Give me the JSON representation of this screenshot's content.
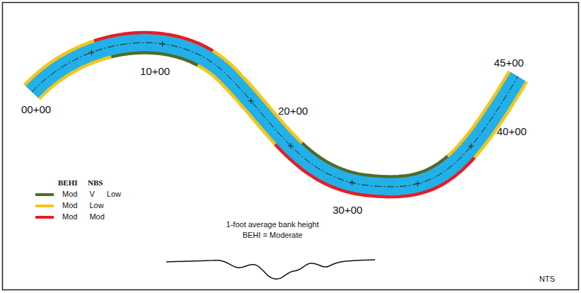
{
  "diagram": {
    "labels": [
      "00+00",
      "10+00",
      "20+00",
      "30+00",
      "40+00",
      "45+00",
      "BEHI",
      "NBS",
      "1-foot average bank height",
      "BEHI = Moderate",
      "NTS"
    ],
    "legend": [
      {
        "text": "Mod V Low",
        "color": "#4f6b2a"
      },
      {
        "text": "Mod Low",
        "color": "#f5c518"
      },
      {
        "text": "Mod Mod",
        "color": "#e41e26"
      }
    ]
  }
}
